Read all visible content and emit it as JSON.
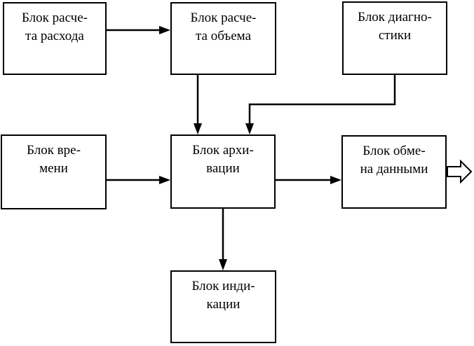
{
  "diagram": {
    "type": "block-diagram",
    "language": "ru",
    "blocks": {
      "flow_calc": {
        "line1": "Блок расче-",
        "line2": "та расхода"
      },
      "volume_calc": {
        "line1": "Блок расче-",
        "line2": "та объема"
      },
      "diagnostics": {
        "line1": "Блок диагно-",
        "line2": "стики"
      },
      "time": {
        "line1": "Блок вре-",
        "line2": "мени"
      },
      "archiving": {
        "line1": "Блок архи-",
        "line2": "вации"
      },
      "data_exchange": {
        "line1": "Блок обме-",
        "line2": "на данными"
      },
      "indication": {
        "line1": "Блок инди-",
        "line2": "кации"
      }
    },
    "connections": [
      {
        "from": "flow_calc",
        "to": "volume_calc",
        "style": "solid-arrow"
      },
      {
        "from": "volume_calc",
        "to": "archiving",
        "style": "solid-arrow"
      },
      {
        "from": "diagnostics",
        "to": "archiving",
        "style": "solid-arrow-elbow"
      },
      {
        "from": "time",
        "to": "archiving",
        "style": "solid-arrow"
      },
      {
        "from": "archiving",
        "to": "data_exchange",
        "style": "solid-arrow"
      },
      {
        "from": "archiving",
        "to": "indication",
        "style": "solid-arrow"
      },
      {
        "from": "data_exchange",
        "to": "external-output",
        "style": "hollow-arrow"
      }
    ],
    "colors": {
      "background": "#ffffff",
      "box_fill": "#ffffff",
      "box_border": "#000000",
      "line": "#000000",
      "text": "#000000"
    }
  }
}
